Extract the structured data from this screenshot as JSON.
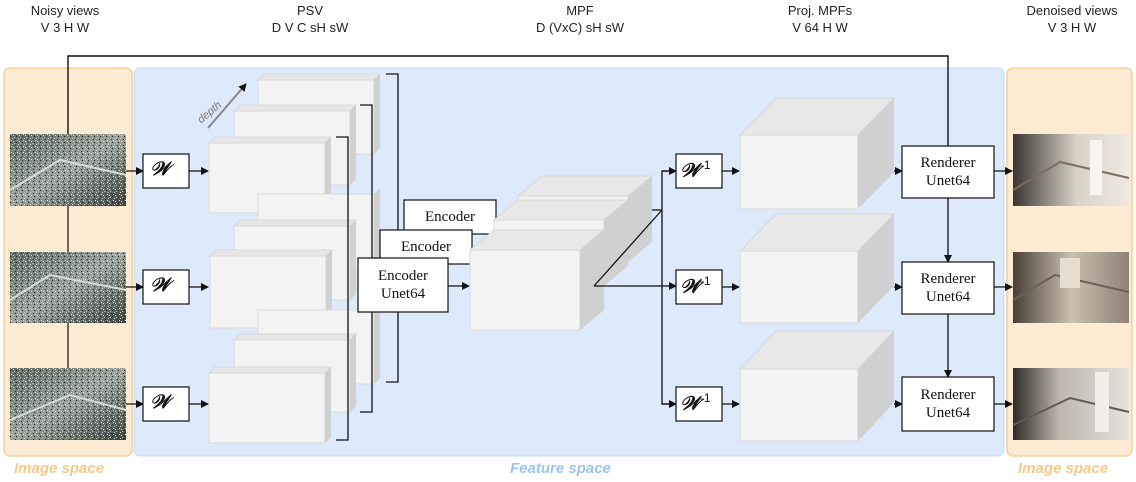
{
  "headers": {
    "noisy": {
      "title": "Noisy views",
      "dims": "V 3 H W"
    },
    "psv": {
      "title": "PSV",
      "dims": "D V C sH sW"
    },
    "mpf": {
      "title": "MPF",
      "dims": "D (VxC) sH sW"
    },
    "proj": {
      "title": "Proj. MPFs",
      "dims": "V 64 H W"
    },
    "denoised": {
      "title": "Denoised views",
      "dims": "V 3 H W"
    }
  },
  "spaces": {
    "left": "Image space",
    "middle": "Feature space",
    "right": "Image space"
  },
  "depth_label": "depth",
  "warp": {
    "symbol": "𝒲",
    "inverse_exp": "-1"
  },
  "encoder": {
    "back1": "Encoder",
    "back2": "Encoder",
    "front_line1": "Encoder",
    "front_line2": "Unet64"
  },
  "renderer": {
    "line1": "Renderer",
    "line2": "Unet64"
  },
  "colors": {
    "image_space_fill": "#fdebd3",
    "image_space_border": "#f7cf9d",
    "feature_space_fill": "#ddeafb",
    "cube_front": "#f2f2f2",
    "cube_top": "#e8e8e8",
    "cube_side": "#d2d2d2"
  }
}
